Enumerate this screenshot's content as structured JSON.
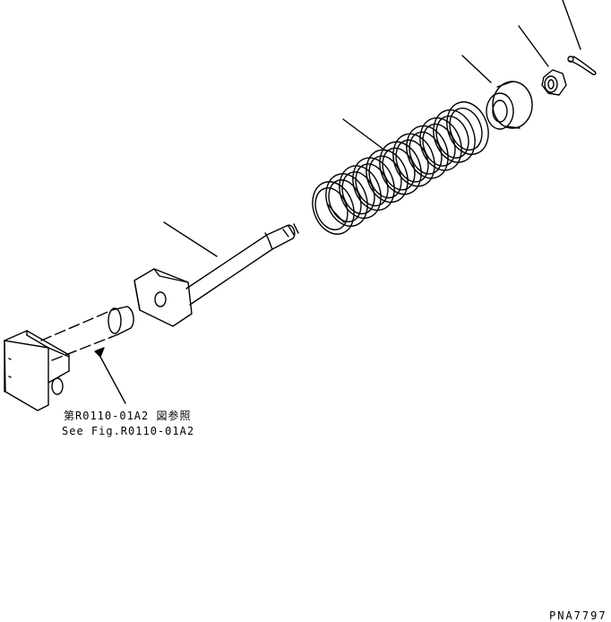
{
  "reference": {
    "japanese": "第R0110-01A2 図参照",
    "english": "See Fig.R0110-01A2"
  },
  "figure_id": "PNA7797",
  "colors": {
    "line": "#000000",
    "background": "#ffffff"
  }
}
